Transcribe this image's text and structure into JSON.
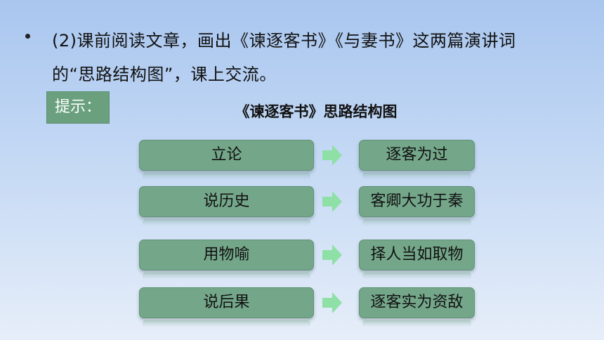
{
  "question": {
    "line1": "(2)课前阅读文章，画出《谏逐客书》《与妻书》这两篇演讲词",
    "line2": "的“思路结构图”，课上交流。"
  },
  "hint_label": "提示：",
  "diagram": {
    "title": "《谏逐客书》思路结构图",
    "rows": [
      {
        "left": "立论",
        "right": "逐客为过"
      },
      {
        "left": "说历史",
        "right": "客卿大功于秦"
      },
      {
        "left": "用物喻",
        "right": "择人当如取物"
      },
      {
        "left": "说后果",
        "right": "逐客实为资敌"
      }
    ]
  },
  "colors": {
    "box_fill": "#74a78a",
    "arrow": "#8fe0a6",
    "hint_fill": "#6aa07e",
    "background_top": "#a9c6ef"
  }
}
